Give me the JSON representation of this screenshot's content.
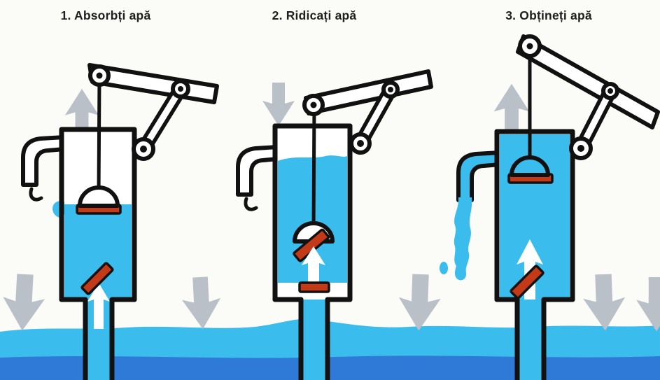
{
  "stages": [
    {
      "label": "1. Absorbți apă"
    },
    {
      "label": "2. Ridicați apă"
    },
    {
      "label": "3. Obțineți apă"
    }
  ],
  "colors": {
    "background": "#fbfbf7",
    "outline": "#111111",
    "water_light": "#3abced",
    "water_dark": "#2f7ad6",
    "valve_red": "#c23a17",
    "arrow_gray": "#b9c0c7",
    "text": "#1f1f1f"
  }
}
